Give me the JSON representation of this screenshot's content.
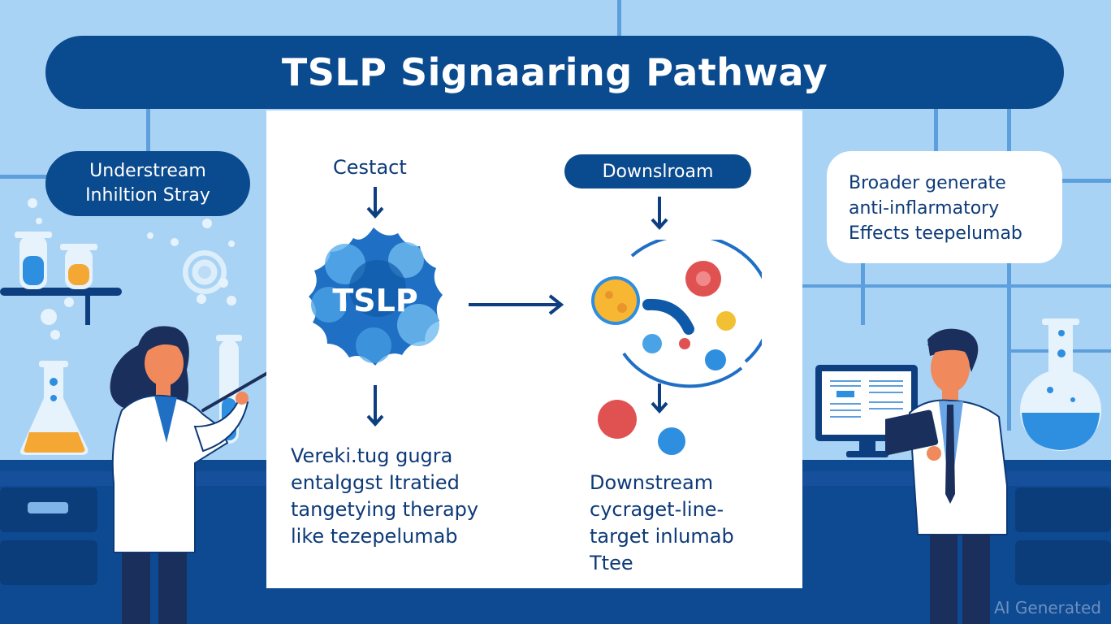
{
  "header": {
    "title": "TSLP Signaaring Pathway"
  },
  "left_label": {
    "line1": "Understream",
    "line2": "Inhiltion Stray"
  },
  "right_card": {
    "line1": "Broader generate",
    "line2": "anti-inflarmatory",
    "line3": "Effects teepelumab"
  },
  "center": {
    "left_column": {
      "top_label": "Cestact",
      "node_label": "TSLP",
      "bottom_text": [
        "Vereki.tug gugra",
        "entalggst Itratied",
        "tangetying therapy",
        "like tezepelumab"
      ]
    },
    "right_column": {
      "top_pill": "Downslroam",
      "bottom_text": [
        "Downstream",
        "cycraget-line-",
        "target inlumab",
        "Ttee"
      ]
    }
  },
  "watermark": "AI Generated",
  "colors": {
    "navy": "#0a4a8e",
    "sky": "#a9d3f5",
    "white": "#ffffff",
    "text": "#0d3a78"
  }
}
